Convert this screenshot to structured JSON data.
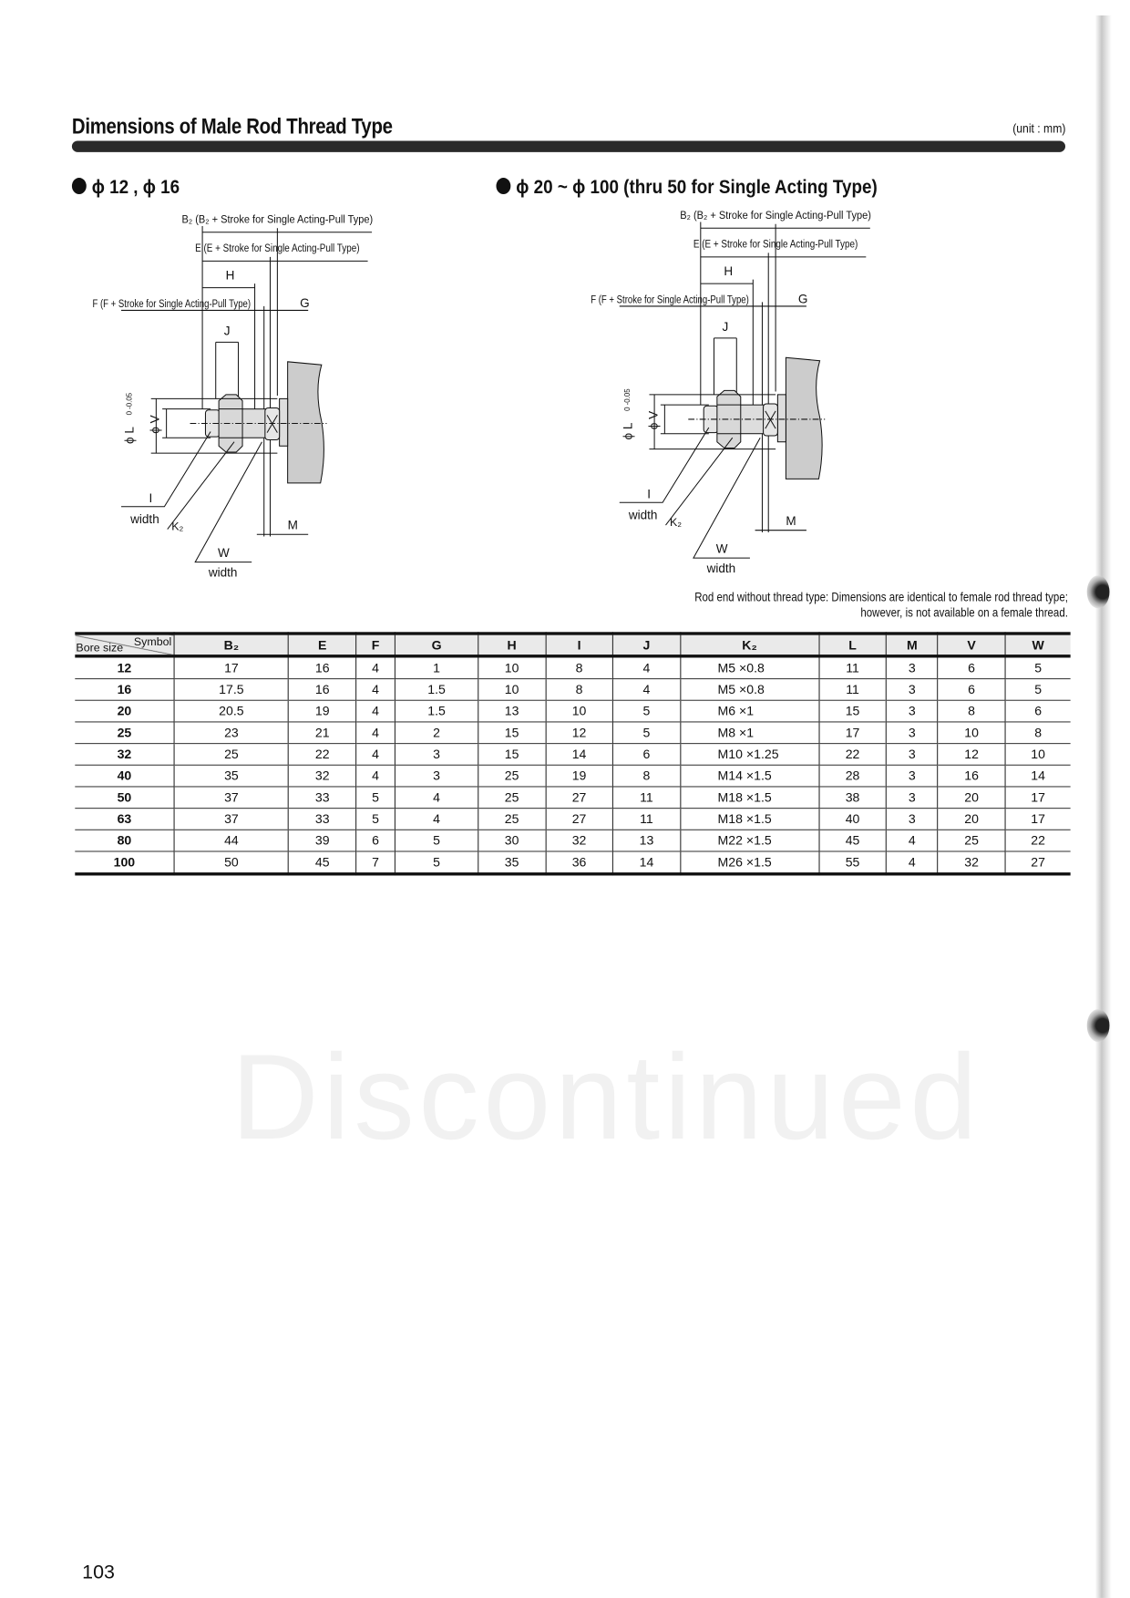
{
  "header": {
    "title": "Dimensions of Male Rod Thread Type",
    "unit": "(unit : mm)"
  },
  "sections": [
    {
      "heading": "ϕ 12 ,  ϕ 16"
    },
    {
      "heading": "ϕ 20 ~ ϕ 100 (thru 50 for Single Acting Type)"
    }
  ],
  "diagrams": [
    {
      "b2": "B₂ (B₂ + Stroke for Single Acting-Pull Type)",
      "e": "E (E + Stroke for Single Acting-Pull Type)",
      "h": "H",
      "f": "F (F + Stroke for Single Acting-Pull Type)",
      "g": "G",
      "j": "J",
      "l": "ϕ L",
      "l_tol": "0 -0.05",
      "v": "ϕ V",
      "i": "I",
      "i_width": "width",
      "k2": "K₂",
      "w": "W",
      "w_width": "width",
      "m": "M"
    },
    {
      "b2": "B₂ (B₂ + Stroke for Single Acting-Pull Type)",
      "e": "E (E + Stroke for Single Acting-Pull Type)",
      "h": "H",
      "f": "F (F + Stroke for Single Acting-Pull Type)",
      "g": "G",
      "j": "J",
      "l": "ϕ L",
      "l_tol": "0 -0.05",
      "v": "ϕ V",
      "i": "I",
      "i_width": "width",
      "k2": "K₂",
      "w": "W",
      "w_width": "width",
      "m": "M"
    }
  ],
  "note": {
    "line1": "Rod end without thread type: Dimensions are identical to female rod thread type;",
    "line2": "however, is not available on a female thread."
  },
  "table": {
    "corner_symbol": "Symbol",
    "corner_bore": "Bore size",
    "headers": [
      "B₂",
      "E",
      "F",
      "G",
      "H",
      "I",
      "J",
      "K₂",
      "L",
      "M",
      "V",
      "W"
    ],
    "rows": [
      [
        "12",
        "17",
        "16",
        "4",
        "1",
        "10",
        "8",
        "4",
        "M5  ×0.8",
        "11",
        "3",
        "6",
        "5"
      ],
      [
        "16",
        "17.5",
        "16",
        "4",
        "1.5",
        "10",
        "8",
        "4",
        "M5  ×0.8",
        "11",
        "3",
        "6",
        "5"
      ],
      [
        "20",
        "20.5",
        "19",
        "4",
        "1.5",
        "13",
        "10",
        "5",
        "M6  ×1",
        "15",
        "3",
        "8",
        "6"
      ],
      [
        "25",
        "23",
        "21",
        "4",
        "2",
        "15",
        "12",
        "5",
        "M8  ×1",
        "17",
        "3",
        "10",
        "8"
      ],
      [
        "32",
        "25",
        "22",
        "4",
        "3",
        "15",
        "14",
        "6",
        "M10 ×1.25",
        "22",
        "3",
        "12",
        "10"
      ],
      [
        "40",
        "35",
        "32",
        "4",
        "3",
        "25",
        "19",
        "8",
        "M14 ×1.5",
        "28",
        "3",
        "16",
        "14"
      ],
      [
        "50",
        "37",
        "33",
        "5",
        "4",
        "25",
        "27",
        "11",
        "M18 ×1.5",
        "38",
        "3",
        "20",
        "17"
      ],
      [
        "63",
        "37",
        "33",
        "5",
        "4",
        "25",
        "27",
        "11",
        "M18 ×1.5",
        "40",
        "3",
        "20",
        "17"
      ],
      [
        "80",
        "44",
        "39",
        "6",
        "5",
        "30",
        "32",
        "13",
        "M22 ×1.5",
        "45",
        "4",
        "25",
        "22"
      ],
      [
        "100",
        "50",
        "45",
        "7",
        "5",
        "35",
        "36",
        "14",
        "M26 ×1.5",
        "55",
        "4",
        "32",
        "27"
      ]
    ]
  },
  "watermark": "Discontinued",
  "footer": {
    "page_number": "103"
  }
}
